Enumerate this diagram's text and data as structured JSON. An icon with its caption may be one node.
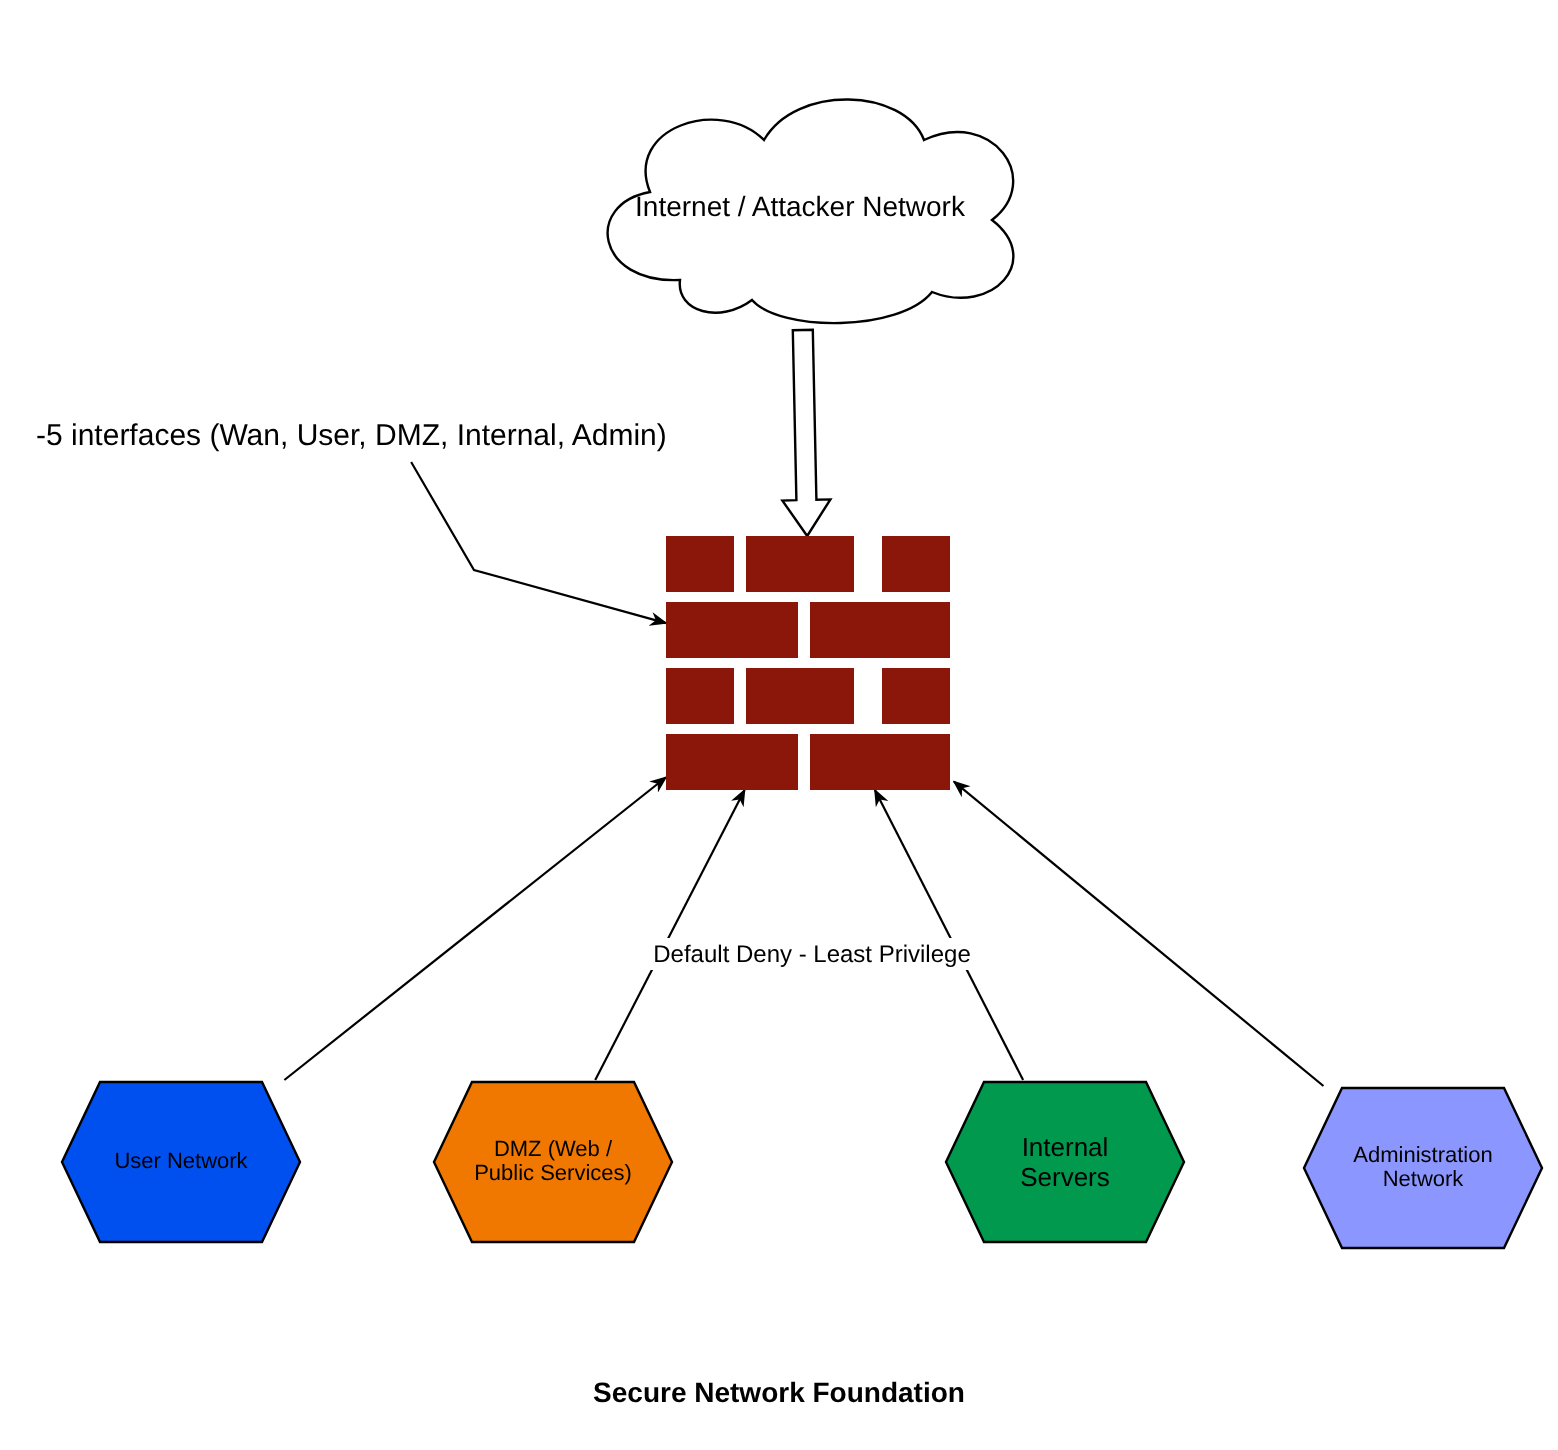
{
  "diagram": {
    "caption": "Secure Network Foundation",
    "nodes": [
      {
        "text": [
          "Internet / Attacker Network"
        ]
      },
      {
        "text": [
          "-5 interfaces (Wan, User, DMZ, Internal, Admin)"
        ]
      },
      {
        "text": [],
        "shape": "picture"
      },
      {
        "text": [
          "User Network"
        ]
      },
      {
        "text": [
          "DMZ (Web / Public Services)"
        ]
      },
      {
        "text": [
          "Internal Servers"
        ]
      },
      {
        "text": [
          "Administration Network"
        ]
      }
    ],
    "edges": [
      {
        "from": 0,
        "to": 2,
        "arrow": "to",
        "style": "thick"
      },
      {
        "from": 1,
        "to": 2,
        "arrow": "to"
      },
      {
        "from": 3,
        "to": 2,
        "arrow": "to"
      },
      {
        "from": 4,
        "to": 2,
        "arrow": "to"
      },
      {
        "from": 5,
        "to": 2,
        "arrow": "to"
      },
      {
        "from": 6,
        "to": 2,
        "arrow": "to"
      }
    ],
    "labels": [
      "Default Deny - Least Privilege"
    ]
  }
}
